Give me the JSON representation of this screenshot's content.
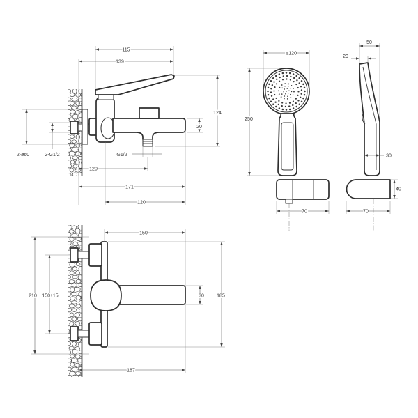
{
  "drawing": {
    "side_view": {
      "dim_115": "115",
      "dim_139": "139",
      "dim_124": "124",
      "dim_20": "20",
      "dim_flange": "2-ø60",
      "dim_inlet": "2-G1/2",
      "dim_outlet": "G1/2",
      "dim_120_a": "120",
      "dim_171": "171",
      "dim_120_b": "120"
    },
    "hand_shower": {
      "dim_head": "ø120",
      "dim_250": "250",
      "dim_70_front": "70",
      "dim_50": "50",
      "dim_20": "20",
      "dim_30": "30",
      "dim_40": "40",
      "dim_70_side": "70"
    },
    "front_view": {
      "dim_150": "150",
      "dim_210": "210",
      "dim_spacing": "150±15",
      "dim_30": "30",
      "dim_185": "185",
      "dim_187": "187"
    }
  },
  "colors": {
    "line": "#3a3a3a",
    "background": "#ffffff"
  }
}
